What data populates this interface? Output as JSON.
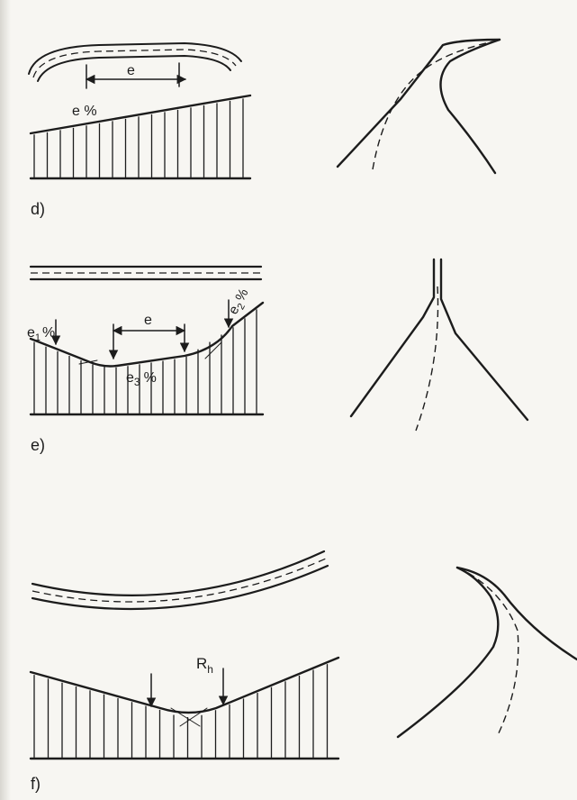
{
  "panels": [
    {
      "id": "d",
      "label": "d)",
      "annotations": [
        "e",
        "e %"
      ]
    },
    {
      "id": "e",
      "label": "e)",
      "annotations": [
        "e",
        "e1 %",
        "e2 %",
        "e3 %"
      ]
    },
    {
      "id": "f",
      "label": "f)",
      "annotations": [
        "Rh"
      ]
    }
  ],
  "text": {
    "d_label": "d)",
    "d_spacing": "e",
    "d_slope": "e %",
    "e_label": "e)",
    "e_spacing": "e",
    "e_e1_main": "e",
    "e_e1_sub": "1",
    "e_e1_pct": "%",
    "e_e2_main": "e",
    "e_e2_sub": "2",
    "e_e2_pct": "%",
    "e_e3_main": "e",
    "e_e3_sub": "3",
    "e_e3_pct": "%",
    "f_label": "f)",
    "f_r_main": "R",
    "f_r_sub": "h"
  },
  "colors": {
    "ink": "#1c1c1c",
    "paper": "#f7f6f2"
  }
}
